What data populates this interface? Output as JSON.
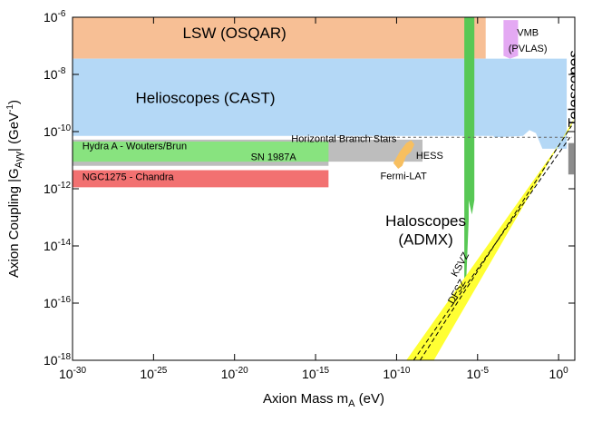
{
  "chart_data": {
    "type": "area",
    "x_axis": {
      "label": "Axion Mass m",
      "label_sub": "A",
      "label_unit": " (eV)",
      "scale": "log",
      "range_exp": [
        -30,
        1
      ],
      "ticks": [
        {
          "exp": -30,
          "base": "10",
          "sup": "-30"
        },
        {
          "exp": -25,
          "base": "10",
          "sup": "-25"
        },
        {
          "exp": -20,
          "base": "10",
          "sup": "-20"
        },
        {
          "exp": -15,
          "base": "10",
          "sup": "-15"
        },
        {
          "exp": -10,
          "base": "10",
          "sup": "-10"
        },
        {
          "exp": -5,
          "base": "10",
          "sup": "-5"
        },
        {
          "exp": 0,
          "base": "10",
          "sup": "0"
        }
      ]
    },
    "y_axis": {
      "label": "Axion Coupling |G",
      "label_sub": "Aγγ",
      "label_mid": "| (GeV",
      "label_sup": "-1",
      "label_end": ")",
      "scale": "log",
      "range_exp": [
        -18,
        -6
      ],
      "ticks": [
        {
          "exp": -18,
          "base": "10",
          "sup": "-18"
        },
        {
          "exp": -16,
          "base": "10",
          "sup": "-16"
        },
        {
          "exp": -14,
          "base": "10",
          "sup": "-14"
        },
        {
          "exp": -12,
          "base": "10",
          "sup": "-12"
        },
        {
          "exp": -10,
          "base": "10",
          "sup": "-10"
        },
        {
          "exp": -8,
          "base": "10",
          "sup": "-8"
        },
        {
          "exp": -6,
          "base": "10",
          "sup": "-6"
        }
      ]
    },
    "regions": [
      {
        "name": "LSW (OSQAR)",
        "color": "#f7bf95",
        "polygon": [
          [
            -30,
            -6
          ],
          [
            -4.5,
            -6
          ],
          [
            -4.5,
            -7.45
          ],
          [
            -30,
            -7.45
          ]
        ]
      },
      {
        "name": "Helioscopes (CAST)",
        "color": "#b4d8f6",
        "polygon": [
          [
            -30,
            -7.45
          ],
          [
            0.5,
            -7.45
          ],
          [
            0.5,
            -10.6
          ],
          [
            -1.0,
            -10.6
          ],
          [
            -1.4,
            -10.05
          ],
          [
            -1.8,
            -9.95
          ],
          [
            -2.2,
            -10.15
          ],
          [
            -4,
            -10.2
          ],
          [
            -4,
            -10.15
          ],
          [
            -30,
            -10.15
          ]
        ]
      },
      {
        "name": "Horizontal Branch Stars",
        "color": "#bdbdbd",
        "polygon": [
          [
            -30,
            -10.28
          ],
          [
            -8.4,
            -10.28
          ],
          [
            -8.4,
            -11.05
          ],
          [
            -14.2,
            -11.05
          ],
          [
            -14.2,
            -11.2
          ],
          [
            -30,
            -11.2
          ]
        ]
      },
      {
        "name": "Hydra A - Wouters/Brun",
        "color": "#88e37f",
        "polygon": [
          [
            -30,
            -10.35
          ],
          [
            -14.2,
            -10.35
          ],
          [
            -14.2,
            -11.05
          ],
          [
            -30,
            -11.05
          ]
        ]
      },
      {
        "name": "NGC1275 - Chandra",
        "color": "#f27171",
        "polygon": [
          [
            -30,
            -11.35
          ],
          [
            -14.2,
            -11.35
          ],
          [
            -14.2,
            -11.95
          ],
          [
            -30,
            -11.95
          ]
        ]
      },
      {
        "name": "HESS",
        "color": "#f7bf60",
        "polygon": [
          [
            -9.4,
            -10.4
          ],
          [
            -9.1,
            -10.3
          ],
          [
            -8.9,
            -10.45
          ],
          [
            -9.1,
            -10.7
          ],
          [
            -9.4,
            -10.85
          ],
          [
            -9.65,
            -11.2
          ],
          [
            -9.9,
            -11.3
          ],
          [
            -10.2,
            -11.1
          ],
          [
            -10.0,
            -10.9
          ],
          [
            -9.8,
            -10.7
          ]
        ]
      },
      {
        "name": "VMB (PVLAS)",
        "color": "#e4a9f3",
        "polygon": [
          [
            -3.4,
            -6.1
          ],
          [
            -2.5,
            -6.1
          ],
          [
            -2.5,
            -7.35
          ],
          [
            -3.0,
            -7.45
          ],
          [
            -3.4,
            -7.35
          ]
        ]
      },
      {
        "name": "Haloscopes (ADMX)",
        "color": "#58c855",
        "polygon": [
          [
            -5.82,
            -6
          ],
          [
            -5.2,
            -6
          ],
          [
            -5.2,
            -12.4
          ],
          [
            -5.35,
            -12.9
          ],
          [
            -5.55,
            -12.4
          ],
          [
            -5.55,
            -13.1
          ],
          [
            -5.7,
            -15.2
          ],
          [
            -5.82,
            -15.2
          ]
        ]
      },
      {
        "name": "Telescopes",
        "color": "#8c8c8c",
        "polygon": [
          [
            0.6,
            -10.4
          ],
          [
            0.95,
            -10.4
          ],
          [
            0.95,
            -11.5
          ],
          [
            0.6,
            -11.5
          ]
        ]
      }
    ],
    "band": {
      "color": "#ffff33",
      "lower": [
        [
          -9.4,
          -18
        ],
        [
          0.7,
          -9.9
        ]
      ],
      "upper": [
        [
          -7.7,
          -18
        ],
        [
          1.0,
          -9.5
        ]
      ]
    },
    "lines": [
      {
        "name": "KSVZ",
        "dash": "5,3",
        "points": [
          [
            -8.55,
            -18
          ],
          [
            0.8,
            -9.8
          ]
        ]
      },
      {
        "name": "DFSZ",
        "dash": "5,3",
        "points": [
          [
            -8.95,
            -18
          ],
          [
            0.7,
            -10.2
          ]
        ]
      }
    ],
    "reference_line": {
      "y_exp": -10.2,
      "x_range": [
        -14.0,
        0.8
      ],
      "dash": "3,3"
    },
    "labels": [
      {
        "text": "LSW (OSQAR)",
        "x": -20.0,
        "y": -6.73,
        "cls": "region-label",
        "anchor": "middle"
      },
      {
        "text": "Helioscopes (CAST)",
        "x": -21.8,
        "y": -9.0,
        "cls": "region-label",
        "anchor": "middle"
      },
      {
        "text": "Hydra A - Wouters/Brun",
        "x": -29.4,
        "y": -10.62,
        "cls": "small-label",
        "anchor": "start"
      },
      {
        "text": "Horizontal Branch Stars",
        "x": -16.5,
        "y": -10.37,
        "cls": "small-label",
        "anchor": "start"
      },
      {
        "text": "SN 1987A",
        "x": -19.0,
        "y": -11.0,
        "cls": "small-label",
        "anchor": "start"
      },
      {
        "text": "NGC1275 - Chandra",
        "x": -29.4,
        "y": -11.7,
        "cls": "small-label",
        "anchor": "start"
      },
      {
        "text": "HESS",
        "x": -8.8,
        "y": -10.95,
        "cls": "small-label",
        "anchor": "start"
      },
      {
        "text": "Fermi-LAT",
        "x": -11.0,
        "y": -11.66,
        "cls": "small-label",
        "anchor": "start"
      },
      {
        "text": "VMB",
        "x": -1.9,
        "y": -6.65,
        "cls": "small-label",
        "anchor": "middle"
      },
      {
        "text": "(PVLAS)",
        "x": -1.9,
        "y": -7.2,
        "cls": "small-label",
        "anchor": "middle"
      },
      {
        "text": "Haloscopes",
        "x": -8.2,
        "y": -13.3,
        "cls": "region-label",
        "anchor": "middle"
      },
      {
        "text": "(ADMX)",
        "x": -8.2,
        "y": -13.95,
        "cls": "region-label",
        "anchor": "middle"
      }
    ],
    "rotated_labels": [
      {
        "text": "Telescopes",
        "x": 1.25,
        "y": -8.5,
        "rotate": -90,
        "cls": "region-label",
        "anchor": "middle"
      },
      {
        "text": "KSVZ",
        "x": -6.3,
        "y": -15.1,
        "rotate": -61,
        "cls": "small-label",
        "anchor": "start"
      },
      {
        "text": "DFSZ",
        "x": -6.5,
        "y": -16.05,
        "rotate": -61,
        "cls": "small-label",
        "anchor": "start"
      }
    ]
  }
}
